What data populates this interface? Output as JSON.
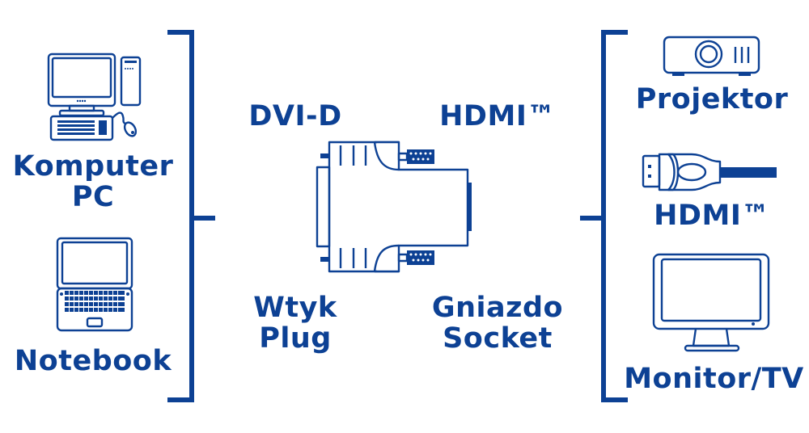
{
  "colors": {
    "primary": "#0d4194",
    "background": "#ffffff"
  },
  "sources": [
    {
      "icon": "desktop-computer-icon",
      "lines": [
        "Komputer",
        "PC"
      ]
    },
    {
      "icon": "notebook-laptop-icon",
      "lines": [
        "Notebook"
      ]
    }
  ],
  "adapter": {
    "icon": "dvi-to-hdmi-adapter-icon",
    "left_connector": "DVI-D",
    "right_connector": "HDMI™",
    "left_type": [
      "Wtyk",
      "Plug"
    ],
    "right_type": [
      "Gniazdo",
      "Socket"
    ]
  },
  "targets": [
    {
      "icon": "projector-icon",
      "lines": [
        "Projektor"
      ]
    },
    {
      "icon": "hdmi-cable-icon",
      "lines": [
        "HDMI™"
      ]
    },
    {
      "icon": "monitor-tv-icon",
      "lines": [
        "Monitor/TV"
      ]
    }
  ]
}
